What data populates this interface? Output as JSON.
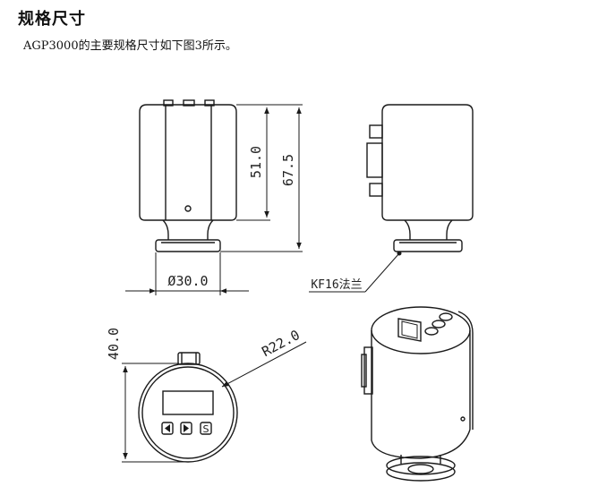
{
  "heading": "规格尺寸",
  "intro": "AGP3000的主要规格尺寸如下图3所示。",
  "drawing": {
    "dim_height_body": "51.0",
    "dim_height_total": "67.5",
    "dim_diameter": "Ø30.0",
    "flange_label": "KF16法兰",
    "dim_depth": "40.0",
    "dim_radius": "R22.0",
    "line_color": "#1a1a1a"
  }
}
